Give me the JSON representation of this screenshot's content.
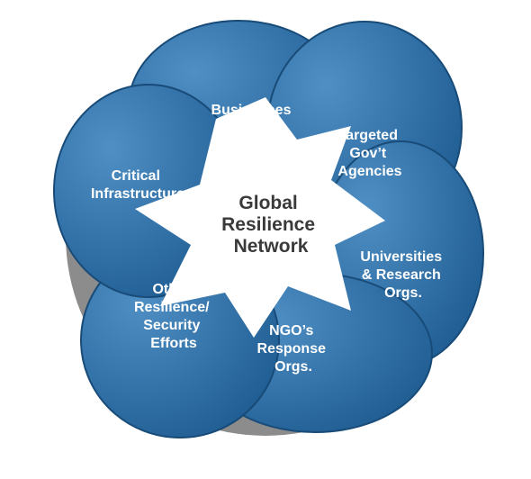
{
  "colors": {
    "petal_light": "#4f8fc4",
    "petal_dark": "#1f5d93",
    "petal_edge": "#184b78",
    "ring_gray": "#8c8c8c",
    "center_text": "#3a3a3a",
    "petal_text": "#ffffff"
  },
  "center": {
    "lines": [
      "Global",
      "Resilience",
      "Network"
    ]
  },
  "petals": [
    {
      "name": "businesses",
      "lines": [
        "Businesses"
      ]
    },
    {
      "name": "targeted-govt-agencies",
      "lines": [
        "Targeted",
        "Gov’t",
        "Agencies"
      ]
    },
    {
      "name": "universities-research-orgs",
      "lines": [
        "Universities",
        "& Research",
        "Orgs."
      ]
    },
    {
      "name": "ngos-response-orgs",
      "lines": [
        "NGO’s",
        "Response",
        "Orgs."
      ]
    },
    {
      "name": "other-resilience-security-efforts",
      "lines": [
        "Other",
        "Resilience/",
        "Security",
        "Efforts"
      ]
    },
    {
      "name": "critical-infrastructure",
      "lines": [
        "Critical",
        "Infrastructure"
      ]
    }
  ]
}
